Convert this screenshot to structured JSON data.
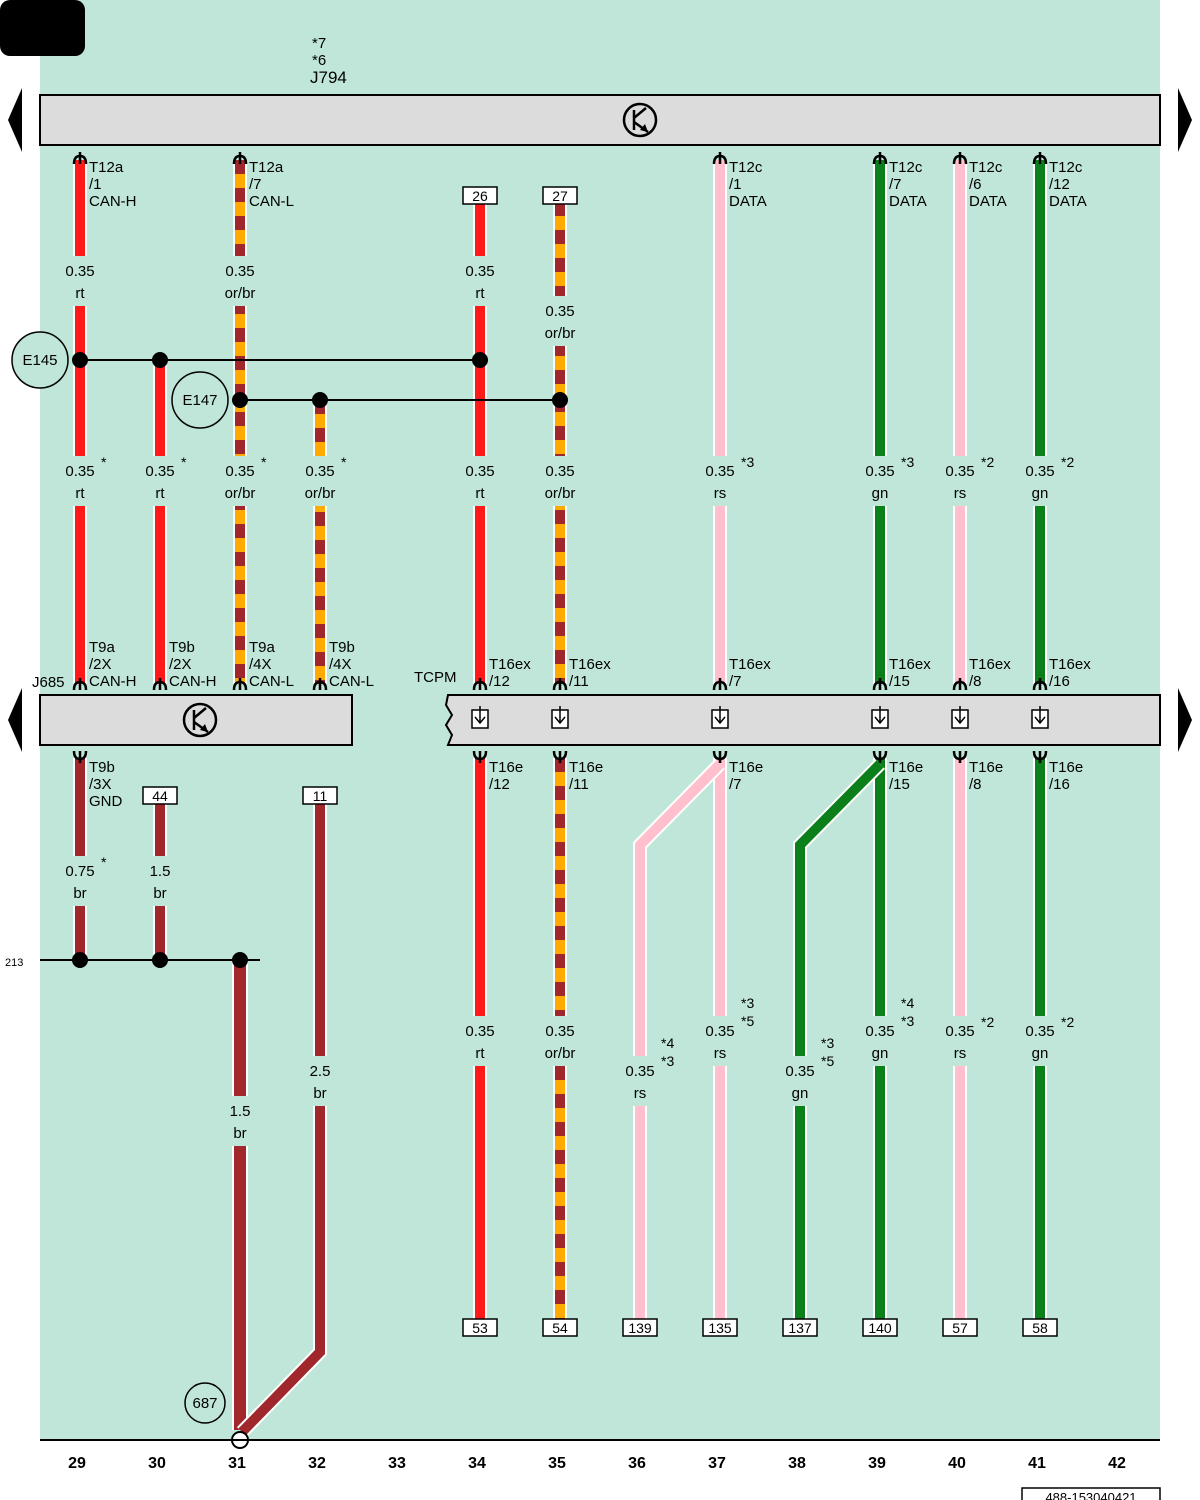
{
  "colors": {
    "background": "#bfe6d8",
    "component_fill": "#dcdcdc",
    "rt": "#ff1a1a",
    "br": "#a0282c",
    "or": "#ffaa00",
    "rs": "#ffbfcc",
    "gn": "#0a7f1a",
    "ws": "#ffffff"
  },
  "diagram": {
    "top_component": {
      "name": "J794",
      "notes": [
        "*7",
        "*6"
      ]
    },
    "mid_left_component": {
      "name": "J685"
    },
    "mid_right_component": {
      "name": "TCPM"
    },
    "splice_e145": "E145",
    "splice_e147": "E147",
    "ground_point": "687",
    "ground_ref": "213",
    "doc_id": "488-153040421",
    "column_numbers": [
      "29",
      "30",
      "31",
      "32",
      "33",
      "34",
      "35",
      "36",
      "37",
      "38",
      "39",
      "40",
      "41",
      "42"
    ],
    "connectors_top": [
      {
        "lines": [
          "T12a",
          "/1",
          "CAN-H"
        ]
      },
      {
        "lines": [
          "T12a",
          "/7",
          "CAN-L"
        ]
      },
      {
        "lines": [
          "T12c",
          "/1",
          "DATA"
        ]
      },
      {
        "lines": [
          "T12c",
          "/7",
          "DATA"
        ]
      },
      {
        "lines": [
          "T12c",
          "/6",
          "DATA"
        ]
      },
      {
        "lines": [
          "T12c",
          "/12",
          "DATA"
        ]
      }
    ],
    "connectors_mid_in": [
      {
        "lines": [
          "T9a",
          "/2X",
          "CAN-H"
        ]
      },
      {
        "lines": [
          "T9b",
          "/2X",
          "CAN-H"
        ]
      },
      {
        "lines": [
          "T9a",
          "/4X",
          "CAN-L"
        ]
      },
      {
        "lines": [
          "T9b",
          "/4X",
          "CAN-L"
        ]
      },
      {
        "lines": [
          "T16ex",
          "/12"
        ]
      },
      {
        "lines": [
          "T16ex",
          "/11"
        ]
      },
      {
        "lines": [
          "T16ex",
          "/7"
        ]
      },
      {
        "lines": [
          "T16ex",
          "/15"
        ]
      },
      {
        "lines": [
          "T16ex",
          "/8"
        ]
      },
      {
        "lines": [
          "T16ex",
          "/16"
        ]
      }
    ],
    "connectors_mid_out": [
      {
        "lines": [
          "T9b",
          "/3X",
          "GND"
        ]
      },
      {
        "lines": [
          "T16e",
          "/12"
        ]
      },
      {
        "lines": [
          "T16e",
          "/11"
        ]
      },
      {
        "lines": [
          "T16e",
          "/7"
        ]
      },
      {
        "lines": [
          "T16e",
          "/15"
        ]
      },
      {
        "lines": [
          "T16e",
          "/8"
        ]
      },
      {
        "lines": [
          "T16e",
          "/16"
        ]
      }
    ],
    "boxes": [
      "26",
      "27",
      "44",
      "11",
      "53",
      "54",
      "139",
      "135",
      "137",
      "140",
      "57",
      "58"
    ],
    "wire_labels": [
      {
        "size": "0.35",
        "color": "rt"
      },
      {
        "size": "0.35",
        "color": "or/br"
      },
      {
        "size": "0.35",
        "color": "rt"
      },
      {
        "size": "0.35",
        "color": "or/br"
      },
      {
        "size": "0.35",
        "color": "rt",
        "note": "*"
      },
      {
        "size": "0.35",
        "color": "rt",
        "note": "*"
      },
      {
        "size": "0.35",
        "color": "or/br",
        "note": "*"
      },
      {
        "size": "0.35",
        "color": "or/br",
        "note": "*"
      },
      {
        "size": "0.35",
        "color": "rt"
      },
      {
        "size": "0.35",
        "color": "or/br"
      },
      {
        "size": "0.35",
        "color": "rs",
        "note": "*3"
      },
      {
        "size": "0.35",
        "color": "gn",
        "note": "*3"
      },
      {
        "size": "0.35",
        "color": "rs",
        "note": "*2"
      },
      {
        "size": "0.35",
        "color": "gn",
        "note": "*2"
      },
      {
        "size": "0.75",
        "color": "br",
        "note": "*"
      },
      {
        "size": "1.5",
        "color": "br"
      },
      {
        "size": "1.5",
        "color": "br"
      },
      {
        "size": "2.5",
        "color": "br"
      },
      {
        "size": "0.35",
        "color": "rt"
      },
      {
        "size": "0.35",
        "color": "or/br"
      },
      {
        "size": "0.35",
        "color": "rs",
        "note": "*4\n*3"
      },
      {
        "size": "0.35",
        "color": "rs",
        "note": "*3\n*5"
      },
      {
        "size": "0.35",
        "color": "gn",
        "note": "*3\n*5"
      },
      {
        "size": "0.35",
        "color": "gn",
        "note": "*4\n*3"
      },
      {
        "size": "0.35",
        "color": "rs",
        "note": "*2"
      },
      {
        "size": "0.35",
        "color": "gn",
        "note": "*2"
      }
    ]
  }
}
